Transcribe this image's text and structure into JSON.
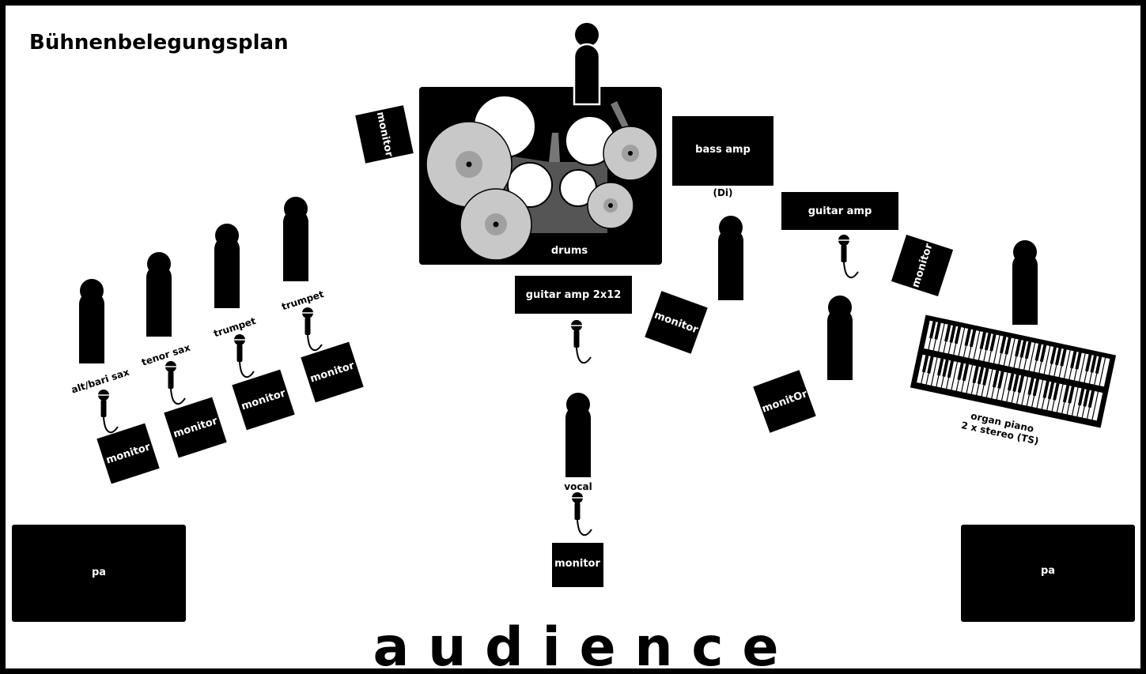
{
  "title": "Bühnenbelegungsplan",
  "audience": "a u d i e n c e",
  "labels": {
    "drums": "drums",
    "bass_amp": "bass amp",
    "bass_di": "(Di)",
    "guitar_amp": "guitar amp",
    "guitar_amp_2x12": "guitar amp 2x12",
    "vocal": "vocal",
    "organ_line1": "organ piano",
    "organ_line2": "2 x stereo (TS)",
    "pa": "pa",
    "monitor": "monitor",
    "monitor_variant": "monitOr",
    "alt_bari_sax": "alt/bari sax",
    "tenor_sax": "tenor sax",
    "trumpet": "trumpet"
  },
  "colors": {
    "frame": "#000000",
    "stage": "#ffffff",
    "equipment": "#000000",
    "cymbal": "#c8c8c8",
    "cymbal_center": "#a0a0a0",
    "drum_shell": "#555555"
  },
  "icons": [
    "person-icon",
    "microphone-icon",
    "cymbal-icon",
    "drum-icon",
    "keyboard-icon"
  ]
}
